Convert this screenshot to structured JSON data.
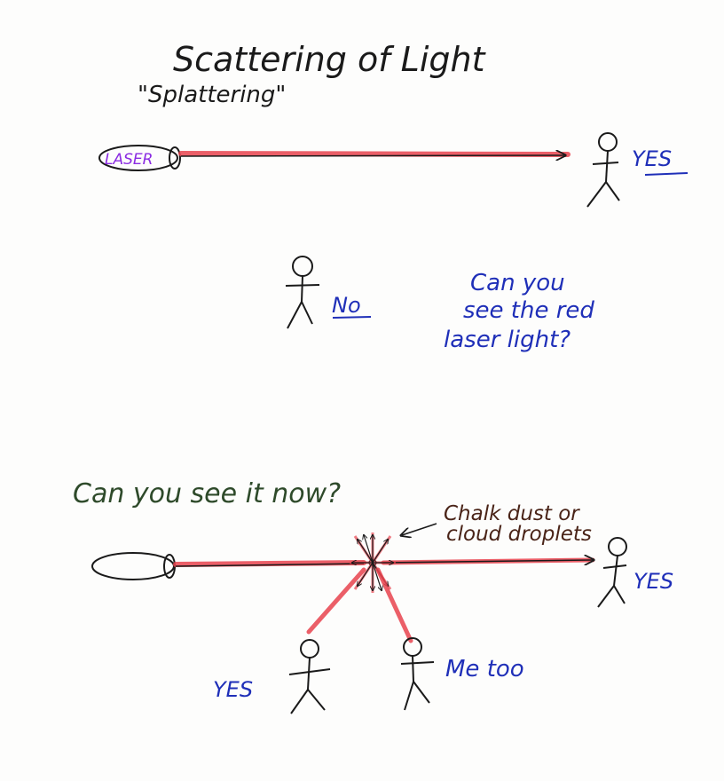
{
  "title": "Scattering of Light",
  "subtitle": "\"Splattering\"",
  "laser_label": "LASER",
  "top_observer_label": "YES",
  "side_observer_label": "No",
  "question_1": [
    "Can you",
    "see the red",
    "laser light?"
  ],
  "question_2": "Can you see it now?",
  "particle_label": [
    "Chalk dust or",
    "cloud droplets"
  ],
  "bottom_right_label": "YES",
  "bottom_left_label": "YES",
  "bottom_middle_label": "Me too",
  "colors": {
    "ink": "#1a1a1a",
    "beam": "#e8444f",
    "blue_ink": "#1f2fb8",
    "purple_ink": "#8a2be2",
    "green_ink": "#2e4a2a",
    "brown_ink": "#4a2418"
  }
}
